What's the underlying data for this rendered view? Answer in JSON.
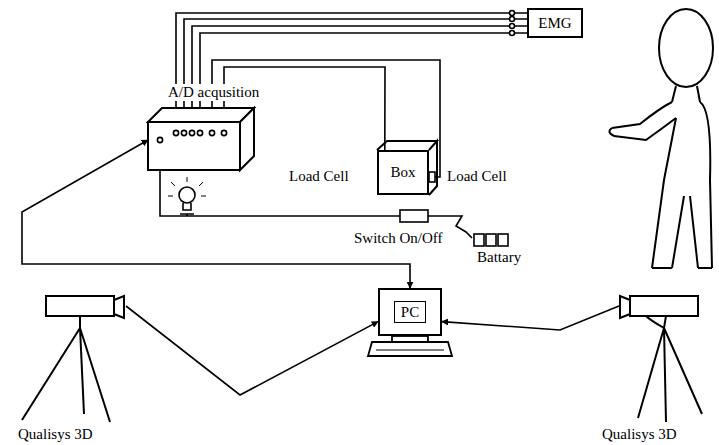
{
  "diagram": {
    "nodes": [
      {
        "text": [
          "EMG"
        ]
      },
      {
        "text": [
          "A/D acqusition"
        ]
      },
      {
        "text": [
          "Box"
        ]
      },
      {
        "text": [
          "PC"
        ]
      },
      {
        "text": [
          "Switch On/Off"
        ]
      },
      {
        "text": [
          "Qualisys 3D"
        ]
      },
      {
        "text": [
          "Qualisys 3D"
        ]
      }
    ],
    "edges": [
      {
        "from": 0,
        "to": 1,
        "arrow": "to"
      },
      {
        "from": 0,
        "to": 1,
        "arrow": "to"
      },
      {
        "from": 0,
        "to": 1,
        "arrow": "to"
      },
      {
        "from": 0,
        "to": 1,
        "arrow": "to"
      },
      {
        "from": 2,
        "to": 1,
        "arrow": "to"
      },
      {
        "from": 2,
        "to": 1,
        "arrow": "to"
      },
      {
        "from": 4,
        "to": 1,
        "arrow": "none"
      },
      {
        "from": 1,
        "to": 3,
        "arrow": "both"
      },
      {
        "from": 5,
        "to": 3,
        "arrow": "to"
      },
      {
        "from": 6,
        "to": 3,
        "arrow": "to"
      }
    ],
    "labels": [
      "Load Cell",
      "Load Cell",
      "Battary"
    ]
  }
}
